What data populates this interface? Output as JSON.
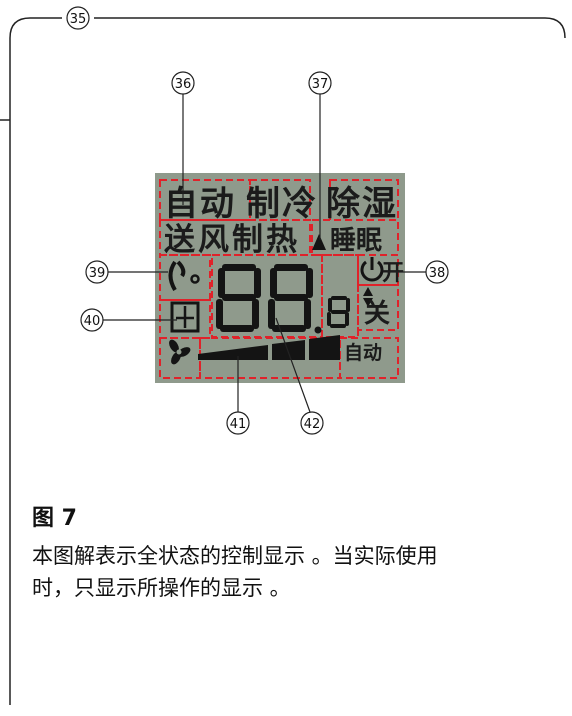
{
  "callouts": {
    "c35": "35",
    "c36": "36",
    "c37": "37",
    "c38": "38",
    "c39": "39",
    "c40": "40",
    "c41": "41",
    "c42": "42"
  },
  "lcd": {
    "modes_row1": [
      "自",
      "动",
      "制",
      "冷",
      "除",
      "湿"
    ],
    "modes_row2": [
      "送",
      "风",
      "制",
      "热"
    ],
    "sleep_label": "睡眠",
    "timer_on": "开",
    "timer_off": "关",
    "fan_auto": "自动",
    "digits": "88.8"
  },
  "figure": {
    "title": "图 7",
    "caption_line1": "本图解表示全状态的控制显示 。当实际使用",
    "caption_line2": "时，只显示所操作的显示 。"
  },
  "colors": {
    "lcd_background": "#8f9a8c",
    "dashed_outline": "#e0222a",
    "segment": "#141414"
  }
}
